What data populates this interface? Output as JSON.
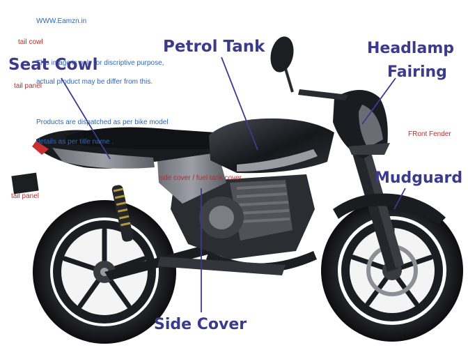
{
  "watermark": "WWW.Eamzn.in",
  "disclaimer": {
    "line1": "This image is only for discriptive purpose,",
    "line2": "actual product may be differ from this.",
    "line3": "Products are dispatched as per bike model",
    "line4": "details as per title name ."
  },
  "small_labels": {
    "tail_cowl": "tail cowl",
    "tail_panel": "tail panel",
    "tail_panel_2": "tail panel",
    "front_fender": "FRont Fender",
    "side_cover_small": "side cover / fuel tank cover"
  },
  "labels": {
    "seat_cowl": "Seat Cowl",
    "petrol_tank": "Petrol Tank",
    "headlamp_line1": "Headlamp",
    "headlamp_line2": "Fairing",
    "mudguard": "Mudguard",
    "side_cover": "Side Cover"
  },
  "colors": {
    "label_text": "#3c3a8c",
    "pointer_line": "#3c3a8c",
    "red_text": "#c0282c",
    "blue_text": "#2c66b8",
    "body_dark": "#1e1f24",
    "panel_grey": "#8a8c93"
  }
}
